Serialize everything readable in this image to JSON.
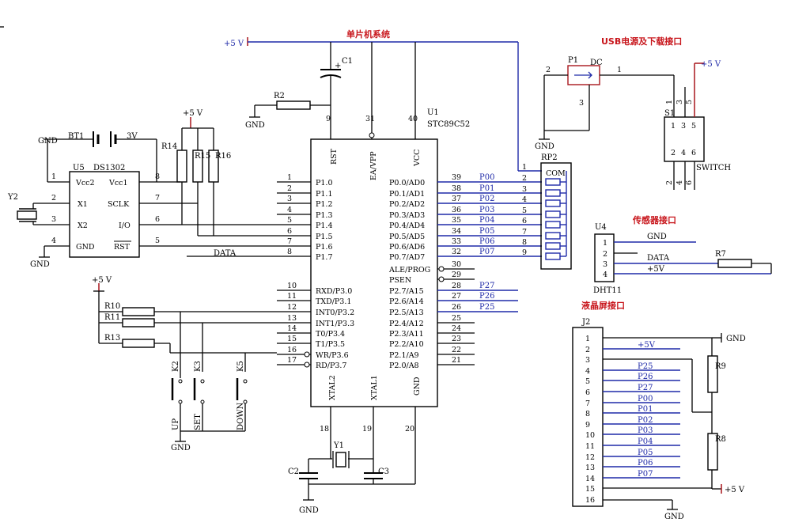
{
  "titles": {
    "mcu": "单片机系统",
    "usb": "USB电源及下载接口",
    "sensor": "传感器接口",
    "lcd": "液晶屏接口"
  },
  "power": {
    "vcc": "+5 V",
    "gnd": "GND"
  },
  "mcu": {
    "ref": "U1",
    "part": "STC89C52",
    "rst": "RST",
    "ea": "EA/VPP",
    "vcc": "VCC",
    "xtal2": "XTAL2",
    "xtal1": "XTAL1",
    "gnd": "GND",
    "pin_rst": "9",
    "pin_ea": "31",
    "pin_vcc": "40",
    "pin_xtal2": "18",
    "pin_xtal1": "19",
    "pin_gnd": "20",
    "left_pins": [
      {
        "num": "1",
        "label": "P1.0"
      },
      {
        "num": "2",
        "label": "P1.1"
      },
      {
        "num": "3",
        "label": "P1.2"
      },
      {
        "num": "4",
        "label": "P1.3"
      },
      {
        "num": "5",
        "label": "P1.4"
      },
      {
        "num": "6",
        "label": "P1.5"
      },
      {
        "num": "7",
        "label": "P1.6"
      },
      {
        "num": "8",
        "label": "P1.7"
      },
      {
        "num": "10",
        "label": "RXD/P3.0"
      },
      {
        "num": "11",
        "label": "TXD/P3.1"
      },
      {
        "num": "12",
        "label": "INT0/P3.2"
      },
      {
        "num": "13",
        "label": "INT1/P3.3"
      },
      {
        "num": "14",
        "label": "T0/P3.4"
      },
      {
        "num": "15",
        "label": "T1/P3.5"
      },
      {
        "num": "16",
        "label": "WR/P3.6"
      },
      {
        "num": "17",
        "label": "RD/P3.7"
      }
    ],
    "right_pins": [
      {
        "num": "39",
        "label": "P0.0/AD0",
        "net": "P00"
      },
      {
        "num": "38",
        "label": "P0.1/AD1",
        "net": "P01"
      },
      {
        "num": "37",
        "label": "P0.2/AD2",
        "net": "P02"
      },
      {
        "num": "36",
        "label": "P0.3/AD3",
        "net": "P03"
      },
      {
        "num": "35",
        "label": "P0.4/AD4",
        "net": "P04"
      },
      {
        "num": "34",
        "label": "P0.5/AD5",
        "net": "P05"
      },
      {
        "num": "33",
        "label": "P0.6/AD6",
        "net": "P06"
      },
      {
        "num": "32",
        "label": "P0.7/AD7",
        "net": "P07"
      },
      {
        "num": "30",
        "label": "ALE/PROG",
        "net": ""
      },
      {
        "num": "29",
        "label": "PSEN",
        "net": ""
      },
      {
        "num": "28",
        "label": "P2.7/A15",
        "net": "P27"
      },
      {
        "num": "27",
        "label": "P2.6/A14",
        "net": "P26"
      },
      {
        "num": "26",
        "label": "P2.5/A13",
        "net": "P25"
      },
      {
        "num": "25",
        "label": "P2.4/A12",
        "net": ""
      },
      {
        "num": "24",
        "label": "P2.3/A11",
        "net": ""
      },
      {
        "num": "23",
        "label": "P2.2/A10",
        "net": ""
      },
      {
        "num": "22",
        "label": "P2.1/A9",
        "net": ""
      },
      {
        "num": "21",
        "label": "P2.0/A8",
        "net": ""
      }
    ]
  },
  "rtc": {
    "ref": "U5",
    "part": "DS1302",
    "vcc2": "Vcc2",
    "vcc1": "Vcc1",
    "x1": "X1",
    "sclk": "SCLK",
    "x2": "X2",
    "io": "I/O",
    "gnd": "GND",
    "rst": "RST",
    "pins": [
      "1",
      "8",
      "2",
      "7",
      "3",
      "6",
      "4",
      "5"
    ]
  },
  "battery": {
    "ref": "BT1",
    "value": "3V"
  },
  "rtc_crystal": "Y2",
  "net_data": "DATA",
  "c1": "C1",
  "r2": "R2",
  "pullups": [
    "R14",
    "R15",
    "R16"
  ],
  "rp2": {
    "ref": "RP2",
    "com": "COM",
    "pins": [
      "1",
      "2",
      "3",
      "4",
      "5",
      "6",
      "7",
      "8",
      "9"
    ]
  },
  "crystal": {
    "ref": "Y1",
    "c2": "C2",
    "c3": "C3"
  },
  "keys": {
    "resistors": [
      "R10",
      "R11",
      "R13"
    ],
    "switches": [
      "K2",
      "K3",
      "K5"
    ],
    "labels": [
      "UP",
      "SET",
      "DOWN"
    ]
  },
  "usb": {
    "ref": "P1",
    "type": "DC",
    "pins": [
      "2",
      "1",
      "3"
    ],
    "switch_ref": "S1",
    "switch_label": "SWITCH",
    "switch_pins": [
      "1",
      "3",
      "5",
      "2",
      "4",
      "6"
    ]
  },
  "dht": {
    "ref": "U4",
    "part": "DHT11",
    "pins": [
      "1",
      "2",
      "3",
      "4"
    ],
    "nets": [
      "GND",
      "",
      "DATA",
      "+5V"
    ],
    "resistor": "R7"
  },
  "lcd": {
    "ref": "J2",
    "pins": [
      "1",
      "2",
      "3",
      "4",
      "5",
      "6",
      "7",
      "8",
      "9",
      "10",
      "11",
      "12",
      "13",
      "14",
      "15",
      "16"
    ],
    "nets": [
      "",
      "+5V",
      "",
      "P25",
      "P26",
      "P27",
      "P00",
      "P01",
      "P02",
      "P03",
      "P04",
      "P05",
      "P06",
      "P07",
      "",
      ""
    ],
    "r9": "R9",
    "r8": "R8"
  }
}
